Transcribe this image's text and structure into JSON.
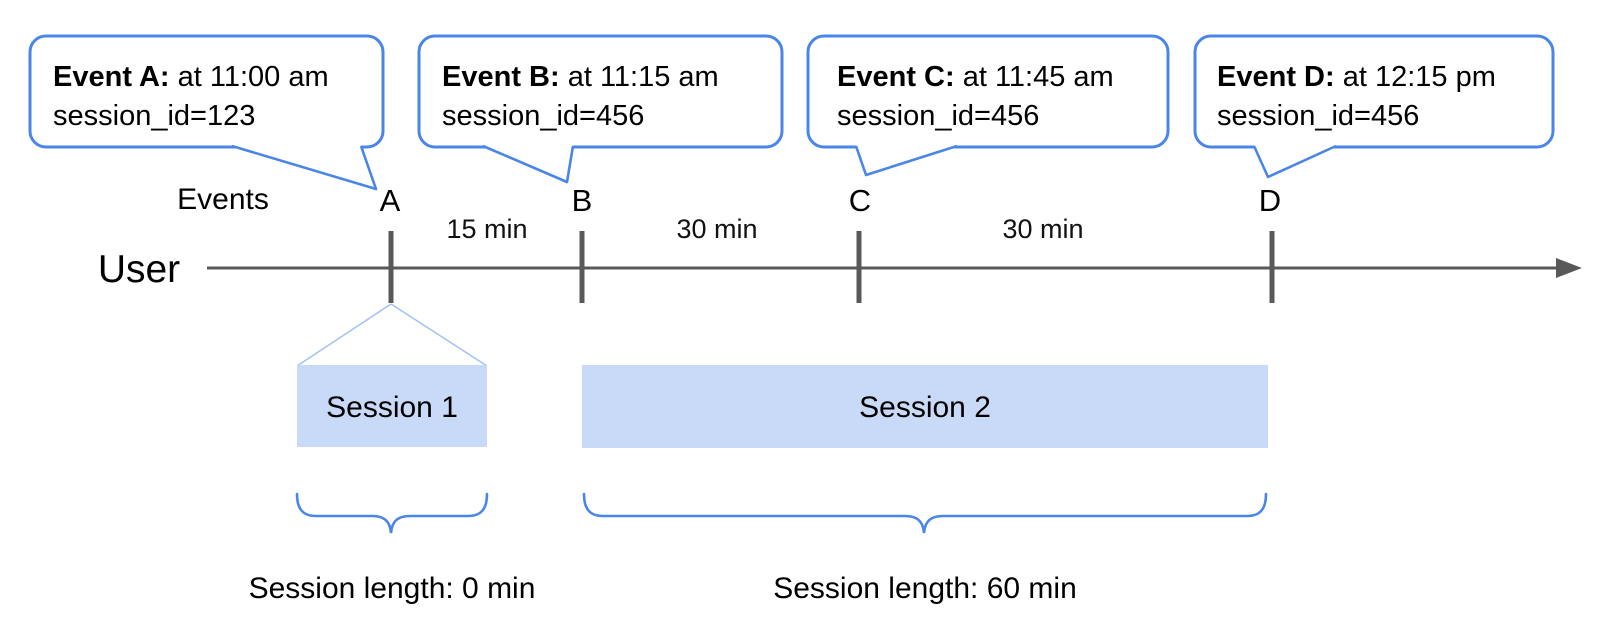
{
  "callouts": [
    {
      "event": "Event A:",
      "time": " at 11:00 am",
      "session_id": "session_id=123"
    },
    {
      "event": "Event B:",
      "time": " at 11:15 am",
      "session_id": "session_id=456"
    },
    {
      "event": "Event C:",
      "time": " at 11:45 am",
      "session_id": "session_id=456"
    },
    {
      "event": "Event D:",
      "time": " at 12:15 pm",
      "session_id": "session_id=456"
    }
  ],
  "timeline": {
    "events_label": "Events",
    "user_label": "User",
    "markers": [
      "A",
      "B",
      "C",
      "D"
    ],
    "intervals": [
      "15 min",
      "30 min",
      "30 min"
    ]
  },
  "sessions": [
    {
      "label": "Session 1",
      "length_label": "Session length: 0 min"
    },
    {
      "label": "Session 2",
      "length_label": "Session length: 60 min"
    }
  ],
  "colors": {
    "accent_blue": "#4a86e8",
    "session_fill": "#c9daf8",
    "funnel_blue": "#a4c2f4",
    "timeline_gray": "#595959",
    "text": "#000000"
  }
}
